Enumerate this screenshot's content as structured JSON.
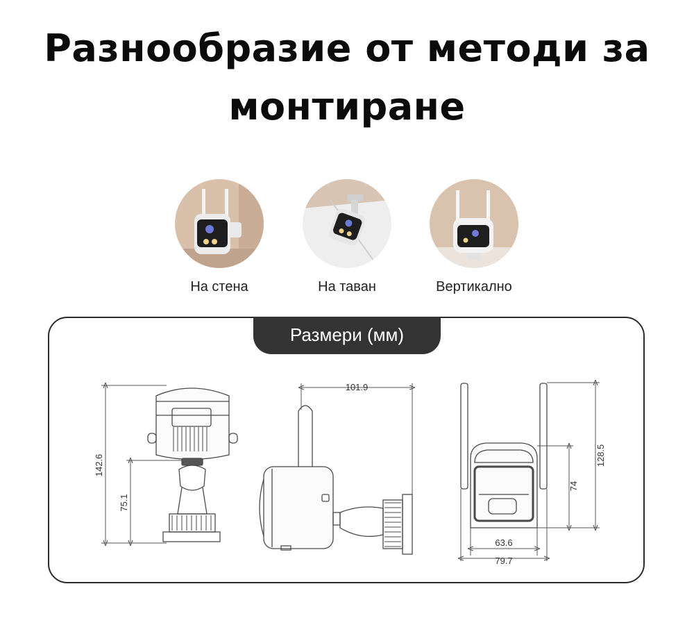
{
  "header": {
    "title": "Разнообразие от методи за монтиране"
  },
  "mounting_methods": [
    {
      "label": "На стена",
      "icon": "wall-mount-camera-icon"
    },
    {
      "label": "На таван",
      "icon": "ceiling-mount-camera-icon"
    },
    {
      "label": "Вертикално",
      "icon": "vertical-mount-camera-icon"
    }
  ],
  "dimensions_panel": {
    "title": "Размери (мм)",
    "front_view": {
      "height_total": "142.6",
      "height_bracket": "75.1"
    },
    "side_view": {
      "depth": "101.9"
    },
    "back_view": {
      "height_total": "128.5",
      "height_body": "74",
      "width_body": "63.6",
      "width_total": "79.7"
    }
  },
  "colors": {
    "tab_bg": "#333333",
    "circle_bg": "#d9c2ae",
    "line": "#555555"
  }
}
